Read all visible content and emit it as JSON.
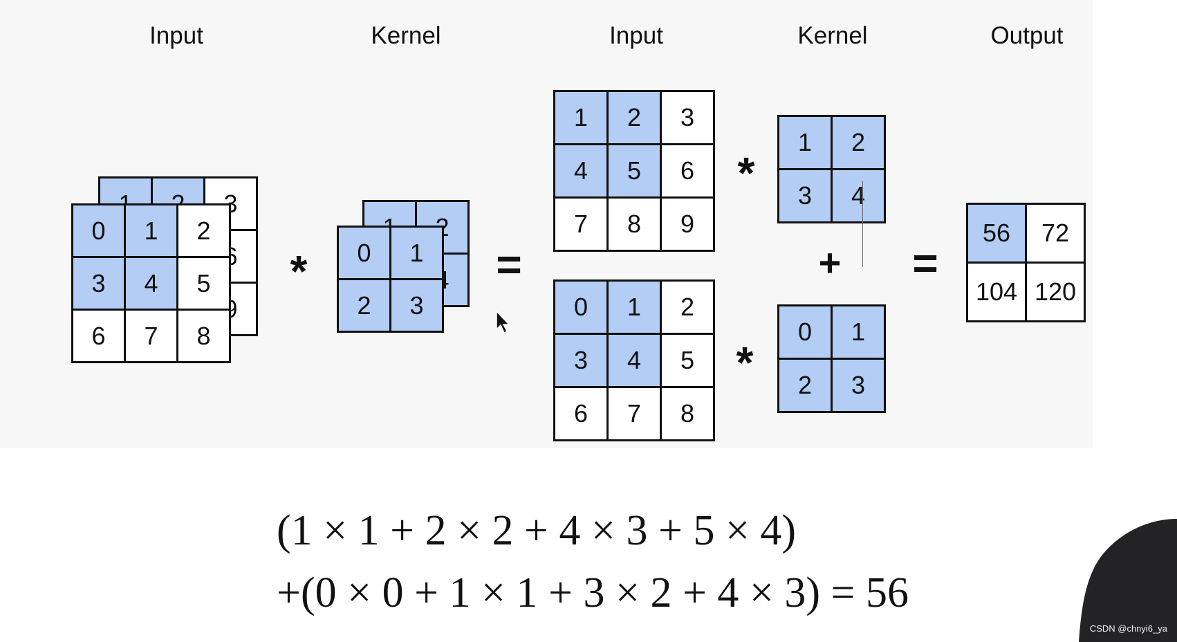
{
  "labels": {
    "input_left": "Input",
    "kernel_left": "Kernel",
    "input_right": "Input",
    "kernel_right": "Kernel",
    "output": "Output"
  },
  "operators": {
    "conv": "*",
    "equals": "=",
    "plus": "+"
  },
  "input_back": {
    "values": [
      [
        "1",
        "2",
        "3"
      ],
      [
        "4",
        "5",
        "6"
      ],
      [
        "7",
        "8",
        "9"
      ]
    ],
    "highlight": [
      [
        1,
        1,
        0
      ],
      [
        1,
        1,
        0
      ],
      [
        0,
        0,
        0
      ]
    ]
  },
  "input_front": {
    "values": [
      [
        "0",
        "1",
        "2"
      ],
      [
        "3",
        "4",
        "5"
      ],
      [
        "6",
        "7",
        "8"
      ]
    ],
    "highlight": [
      [
        1,
        1,
        0
      ],
      [
        1,
        1,
        0
      ],
      [
        0,
        0,
        0
      ]
    ]
  },
  "kernel_back": {
    "values": [
      [
        "1",
        "2"
      ],
      [
        "3",
        "4"
      ]
    ],
    "highlight": [
      [
        1,
        1
      ],
      [
        1,
        1
      ]
    ]
  },
  "kernel_front": {
    "values": [
      [
        "0",
        "1"
      ],
      [
        "2",
        "3"
      ]
    ],
    "highlight": [
      [
        1,
        1
      ],
      [
        1,
        1
      ]
    ]
  },
  "output": {
    "values": [
      [
        "56",
        "72"
      ],
      [
        "104",
        "120"
      ]
    ],
    "highlight": [
      [
        1,
        0
      ],
      [
        0,
        0
      ]
    ]
  },
  "formula": {
    "line1": "(1 × 1 + 2 × 2 + 4 × 3 + 5 × 4)",
    "line2": "+(0 × 0 + 1 × 1 + 3 × 2 + 4 × 3) = 56"
  },
  "watermark": "CSDN @chnyi6_ya",
  "colors": {
    "highlight": "#b3cdf4",
    "border": "#111111",
    "panel": "#f7f7f8"
  },
  "icons": {
    "cursor": "mouse-pointer-icon"
  }
}
